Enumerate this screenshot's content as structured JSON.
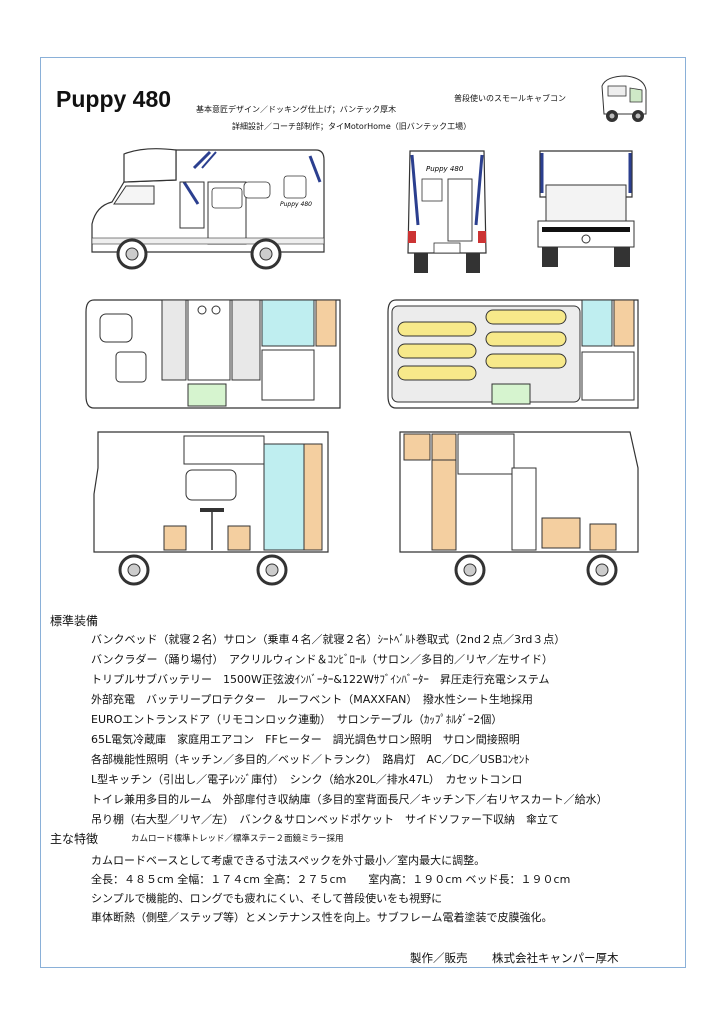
{
  "header": {
    "title": "Puppy 480",
    "credit_design": "基本意匠デザイン／ドッキング仕上げ；バンテック厚木",
    "credit_build": "詳細設計／コーチ部制作；タイMotorHome（旧バンテック工場）",
    "tagline": "普段使いのスモールキャブコン"
  },
  "equipment": {
    "heading": "標準装備",
    "lines": [
      "バンクベッド（就寝２名）サロン（乗車４名／就寝２名）ｼｰﾄﾍﾞﾙﾄ巻取式（2nd２点／3rd３点）",
      "バンクラダー（踊り場付）　アクリルウィンド＆ｺﾝﾋﾞﾛｰﾙ（サロン／多目的／リヤ／左サイド）",
      "トリプルサブバッテリー　1500W正弦波ｲﾝﾊﾞｰﾀｰ&122Wｻﾌﾞｲﾝﾊﾞｰﾀｰ　昇圧走行充電システム",
      "外部充電　バッテリープロテクター　ルーフベント（MAXXFAN）　撥水性シート生地採用",
      "EUROエントランスドア（リモコンロック連動）　サロンテーブル（ｶｯﾌﾟﾎﾙﾀﾞｰ2個）",
      "65L電気冷蔵庫　家庭用エアコン　FFヒーター　調光調色サロン照明　サロン間接照明",
      "各部機能性照明（キッチン／多目的／ベッド／トランク）　路肩灯　AC／DC／USBｺﾝｾﾝﾄ",
      "L型キッチン（引出し／電子ﾚﾝｼﾞ庫付）　シンク（給水20L／排水47L）　カセットコンロ",
      "トイレ兼用多目的ルーム　外部扉付き収納庫（多目的室背面長尺／キッチン下／右リヤスカート／給水）",
      "吊り棚（右大型／リヤ／左）　バンク＆サロンベッドポケット　サイドソファー下収納　傘立て"
    ]
  },
  "features": {
    "heading": "主な特徴",
    "subnote": "カムロード標準トレッド／標準ステー２面鏡ミラー採用",
    "lines": [
      "カムロードベースとして考慮できる寸法スペックを外寸最小／室内最大に調整。",
      "全長：４８５cm 全幅：１７４cm 全高：２７５cm　　室内高：１９０cm ベッド長：１９０cm",
      "シンプルで機能的、ロングでも疲れにくい、そして普段使いをも視野に",
      "車体断熱（側壁／ステップ等）とメンテナンス性を向上。サブフレーム電着塗装で皮膜強化。"
    ]
  },
  "footer": {
    "maker_label": "製作／販売",
    "maker_name": "株式会社キャンパー厚木"
  },
  "drawings": {
    "side_logo": "Puppy 480",
    "rear_logo": "Puppy 480",
    "colors": {
      "accent_blue": "#2b3f8f",
      "wood": "#f4cfa0",
      "aqua": "#bfeef0",
      "mint": "#d6f4cf",
      "cushion_yellow": "#f7e98a",
      "line": "#333333"
    }
  }
}
